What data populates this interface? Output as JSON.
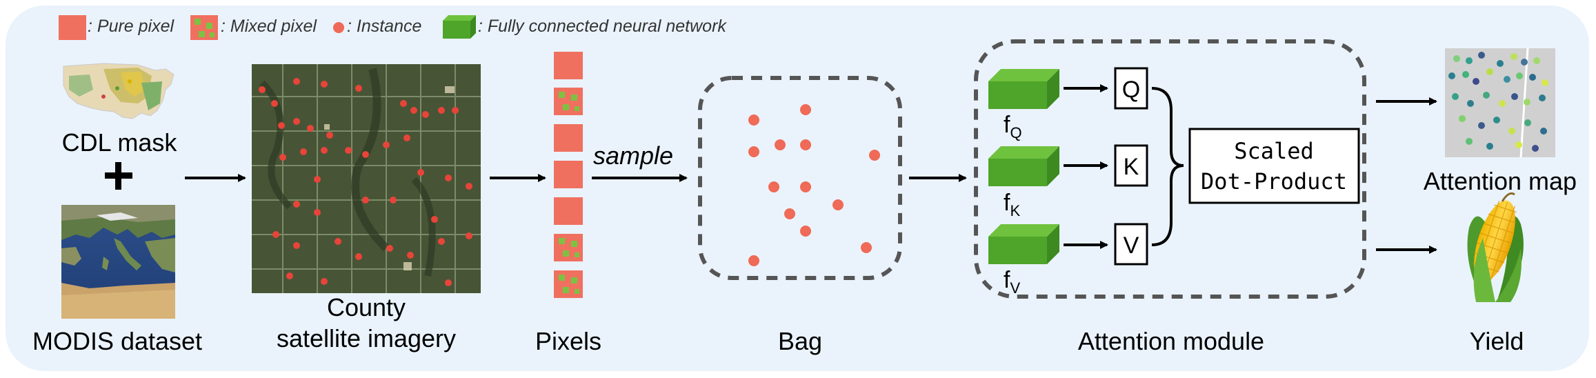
{
  "legend": {
    "pure_pixel": ": Pure pixel",
    "mixed_pixel": ": Mixed pixel",
    "instance": ": Instance",
    "fcnn": ": Fully connected neural network"
  },
  "labels": {
    "cdl_mask": "CDL mask",
    "modis": "MODIS dataset",
    "county_line1": "County",
    "county_line2": "satellite imagery",
    "pixels": "Pixels",
    "sample": "sample",
    "bag": "Bag",
    "attention_module": "Attention module",
    "attention_map": "Attention map",
    "yield": "Yield"
  },
  "attention": {
    "fq_main": "f",
    "fq_sub": "Q",
    "fk_main": "f",
    "fk_sub": "K",
    "fv_main": "f",
    "fv_sub": "V",
    "q": "Q",
    "k": "K",
    "v": "V",
    "sdp_line1": "Scaled",
    "sdp_line2": "Dot-Product"
  },
  "colors": {
    "pure_pixel": "#f07060",
    "mixed_inner": "#7cc242",
    "instance": "#ef6a57",
    "fcnn_front": "#4ea52a",
    "fcnn_top": "#6fc23e",
    "fcnn_side": "#3c8a20",
    "panel_bg": "#eaf3fc"
  }
}
